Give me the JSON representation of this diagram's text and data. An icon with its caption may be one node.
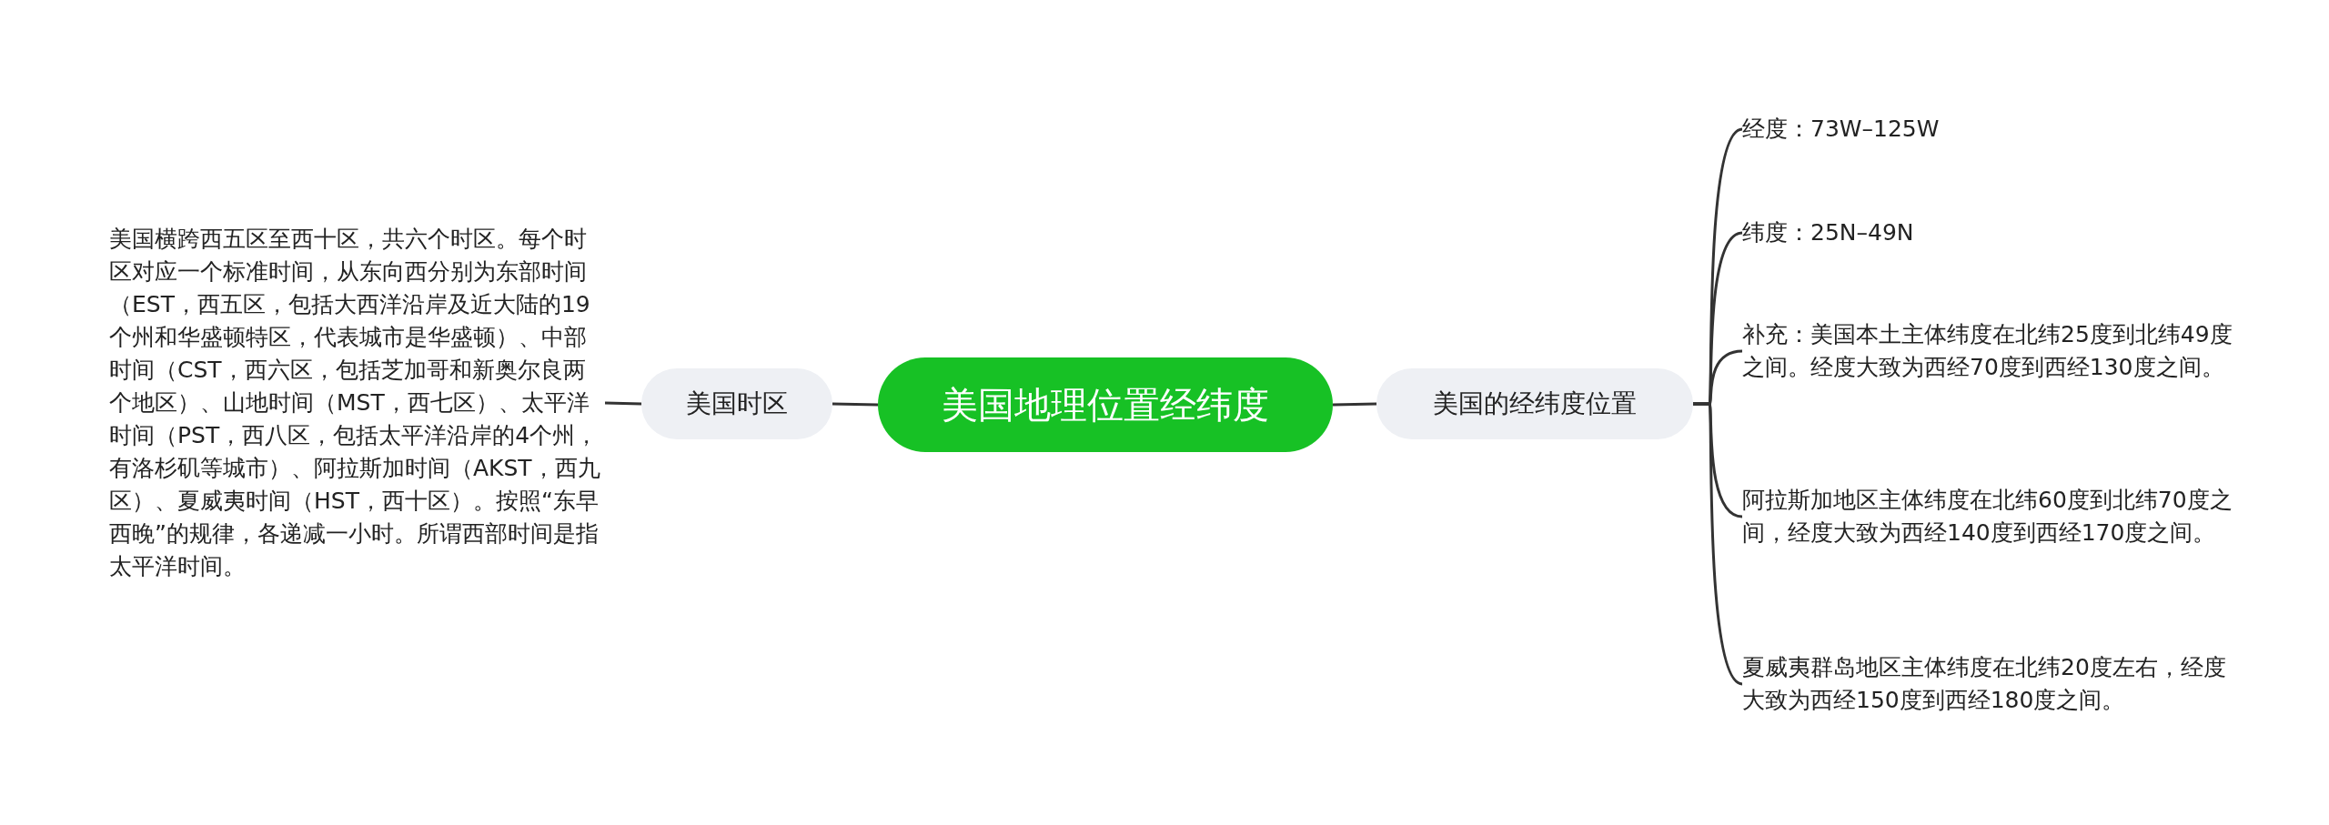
{
  "diagram": {
    "nodes": [
      {
        "text": [
          "美国地理位置经纬度"
        ]
      },
      {
        "text": [
          "美国时区"
        ]
      },
      {
        "text": [
          "美国横跨西五区至西十区，共六个时区。每个时区对应一个标准时间，从东向西分别为东部时间（EST，西五区，包括大西洋沿岸及近大陆的19个州和华盛顿特区，代表城市是华盛顿）、中部时间（CST，西六区，包括芝加哥和新奥尔良两个地区）、山地时间（MST，西七区）、太平洋时间（PST，西八区，包括太平洋沿岸的4个州，有洛杉矶等城市）、阿拉斯加时间（AKST，西九区）、夏威夷时间（HST，西十区）。按照“东早西晚”的规律，各递减一小时。所谓西部时间是指太平洋时间。"
        ]
      },
      {
        "text": [
          "美国的经纬度位置"
        ]
      },
      {
        "text": [
          "经度：73W–125W"
        ]
      },
      {
        "text": [
          "纬度：25N–49N"
        ]
      },
      {
        "text": [
          "补充：美国本土主体纬度在北纬25度到北纬49度之间。经度大致为西经70度到西经130度之间。"
        ]
      },
      {
        "text": [
          "阿拉斯加地区主体纬度在北纬60度到北纬70度之间，经度大致为西经140度到西经170度之间。"
        ]
      },
      {
        "text": [
          "夏威夷群岛地区主体纬度在北纬20度左右，经度大致为西经150度到西经180度之间。"
        ]
      }
    ],
    "edges": [
      {
        "from": 0,
        "to": 1,
        "arrow": "none"
      },
      {
        "from": 1,
        "to": 2,
        "arrow": "none"
      },
      {
        "from": 0,
        "to": 3,
        "arrow": "none"
      },
      {
        "from": 3,
        "to": 4,
        "arrow": "none"
      },
      {
        "from": 3,
        "to": 5,
        "arrow": "none"
      },
      {
        "from": 3,
        "to": 6,
        "arrow": "none"
      },
      {
        "from": 3,
        "to": 7,
        "arrow": "none"
      },
      {
        "from": 3,
        "to": 8,
        "arrow": "none"
      }
    ]
  }
}
